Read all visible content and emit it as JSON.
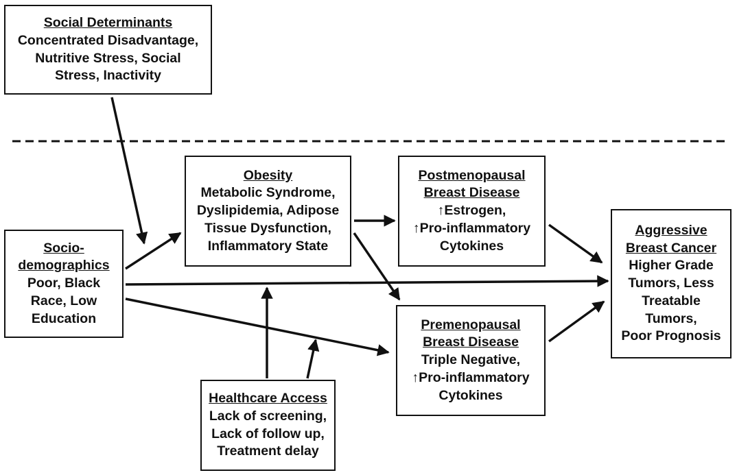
{
  "boxes": {
    "social": {
      "title": "Social Determinants",
      "lines": [
        "Concentrated Disadvantage,",
        "Nutritive Stress, Social",
        "Stress, Inactivity"
      ]
    },
    "socio": {
      "title_lines": [
        "Socio-",
        "demographics"
      ],
      "lines": [
        "Poor, Black",
        "Race, Low",
        "Education"
      ]
    },
    "obesity": {
      "title": "Obesity",
      "lines": [
        "Metabolic Syndrome,",
        "Dyslipidemia, Adipose",
        "Tissue Dysfunction,",
        "Inflammatory State"
      ]
    },
    "post": {
      "title_lines": [
        "Postmenopausal",
        "Breast Disease"
      ],
      "lines": [
        "↑Estrogen,",
        "↑Pro-inflammatory",
        "Cytokines"
      ]
    },
    "pre": {
      "title_lines": [
        "Premenopausal",
        "Breast Disease"
      ],
      "lines": [
        "Triple Negative,",
        "↑Pro-inflammatory",
        "Cytokines"
      ]
    },
    "aggressive": {
      "title_lines": [
        "Aggressive",
        "Breast Cancer"
      ],
      "lines": [
        "Higher Grade",
        "Tumors, Less",
        "Treatable",
        "Tumors,",
        "Poor Prognosis"
      ]
    },
    "health": {
      "title": "Healthcare Access",
      "lines": [
        "Lack of screening,",
        "Lack of follow up,",
        "Treatment delay"
      ]
    }
  }
}
